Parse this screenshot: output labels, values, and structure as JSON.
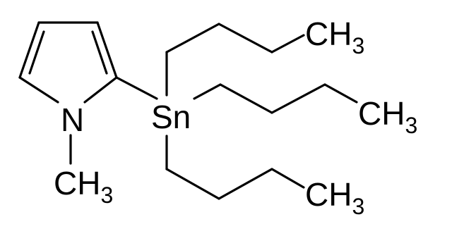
{
  "labels": {
    "n_atom": "N",
    "sn_atom": "Sn",
    "methyl_c": "CH",
    "methyl_sub": "3",
    "butyl1_c": "CH",
    "butyl1_sub": "3",
    "butyl2_c": "CH",
    "butyl2_sub": "3",
    "butyl3_c": "CH",
    "butyl3_sub": "3"
  }
}
